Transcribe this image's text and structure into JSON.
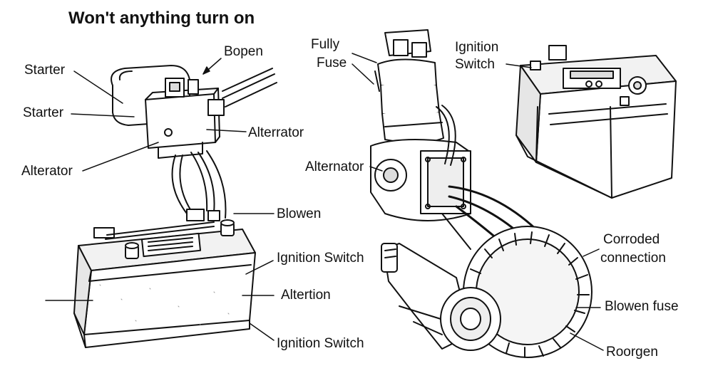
{
  "title": "Won't anything turn on",
  "labels": {
    "starter_top": "Starter",
    "starter_mid": "Starter",
    "alterator": "Alterator",
    "bopen": "Bopen",
    "alterrator": "Alterrator",
    "blowen": "Blowen",
    "ignition_switch_1": "Ignition Switch",
    "altertion": "Altertion",
    "ignition_switch_2": "Ignition Switch",
    "fully": "Fully",
    "fuse": "Fuse",
    "alternator": "Alternator",
    "ignition": "Ignition",
    "switch": "Switch",
    "corroded": "Corroded",
    "connection": "connection",
    "blowen_fuse": "Blowen fuse",
    "roorgen": "Roorgen"
  },
  "colors": {
    "line": "#111111",
    "background": "#ffffff",
    "shade": "#d9d9d9"
  },
  "icons": [
    "car-battery-icon",
    "starter-relay-icon",
    "distributor-icon",
    "alternator-icon"
  ]
}
